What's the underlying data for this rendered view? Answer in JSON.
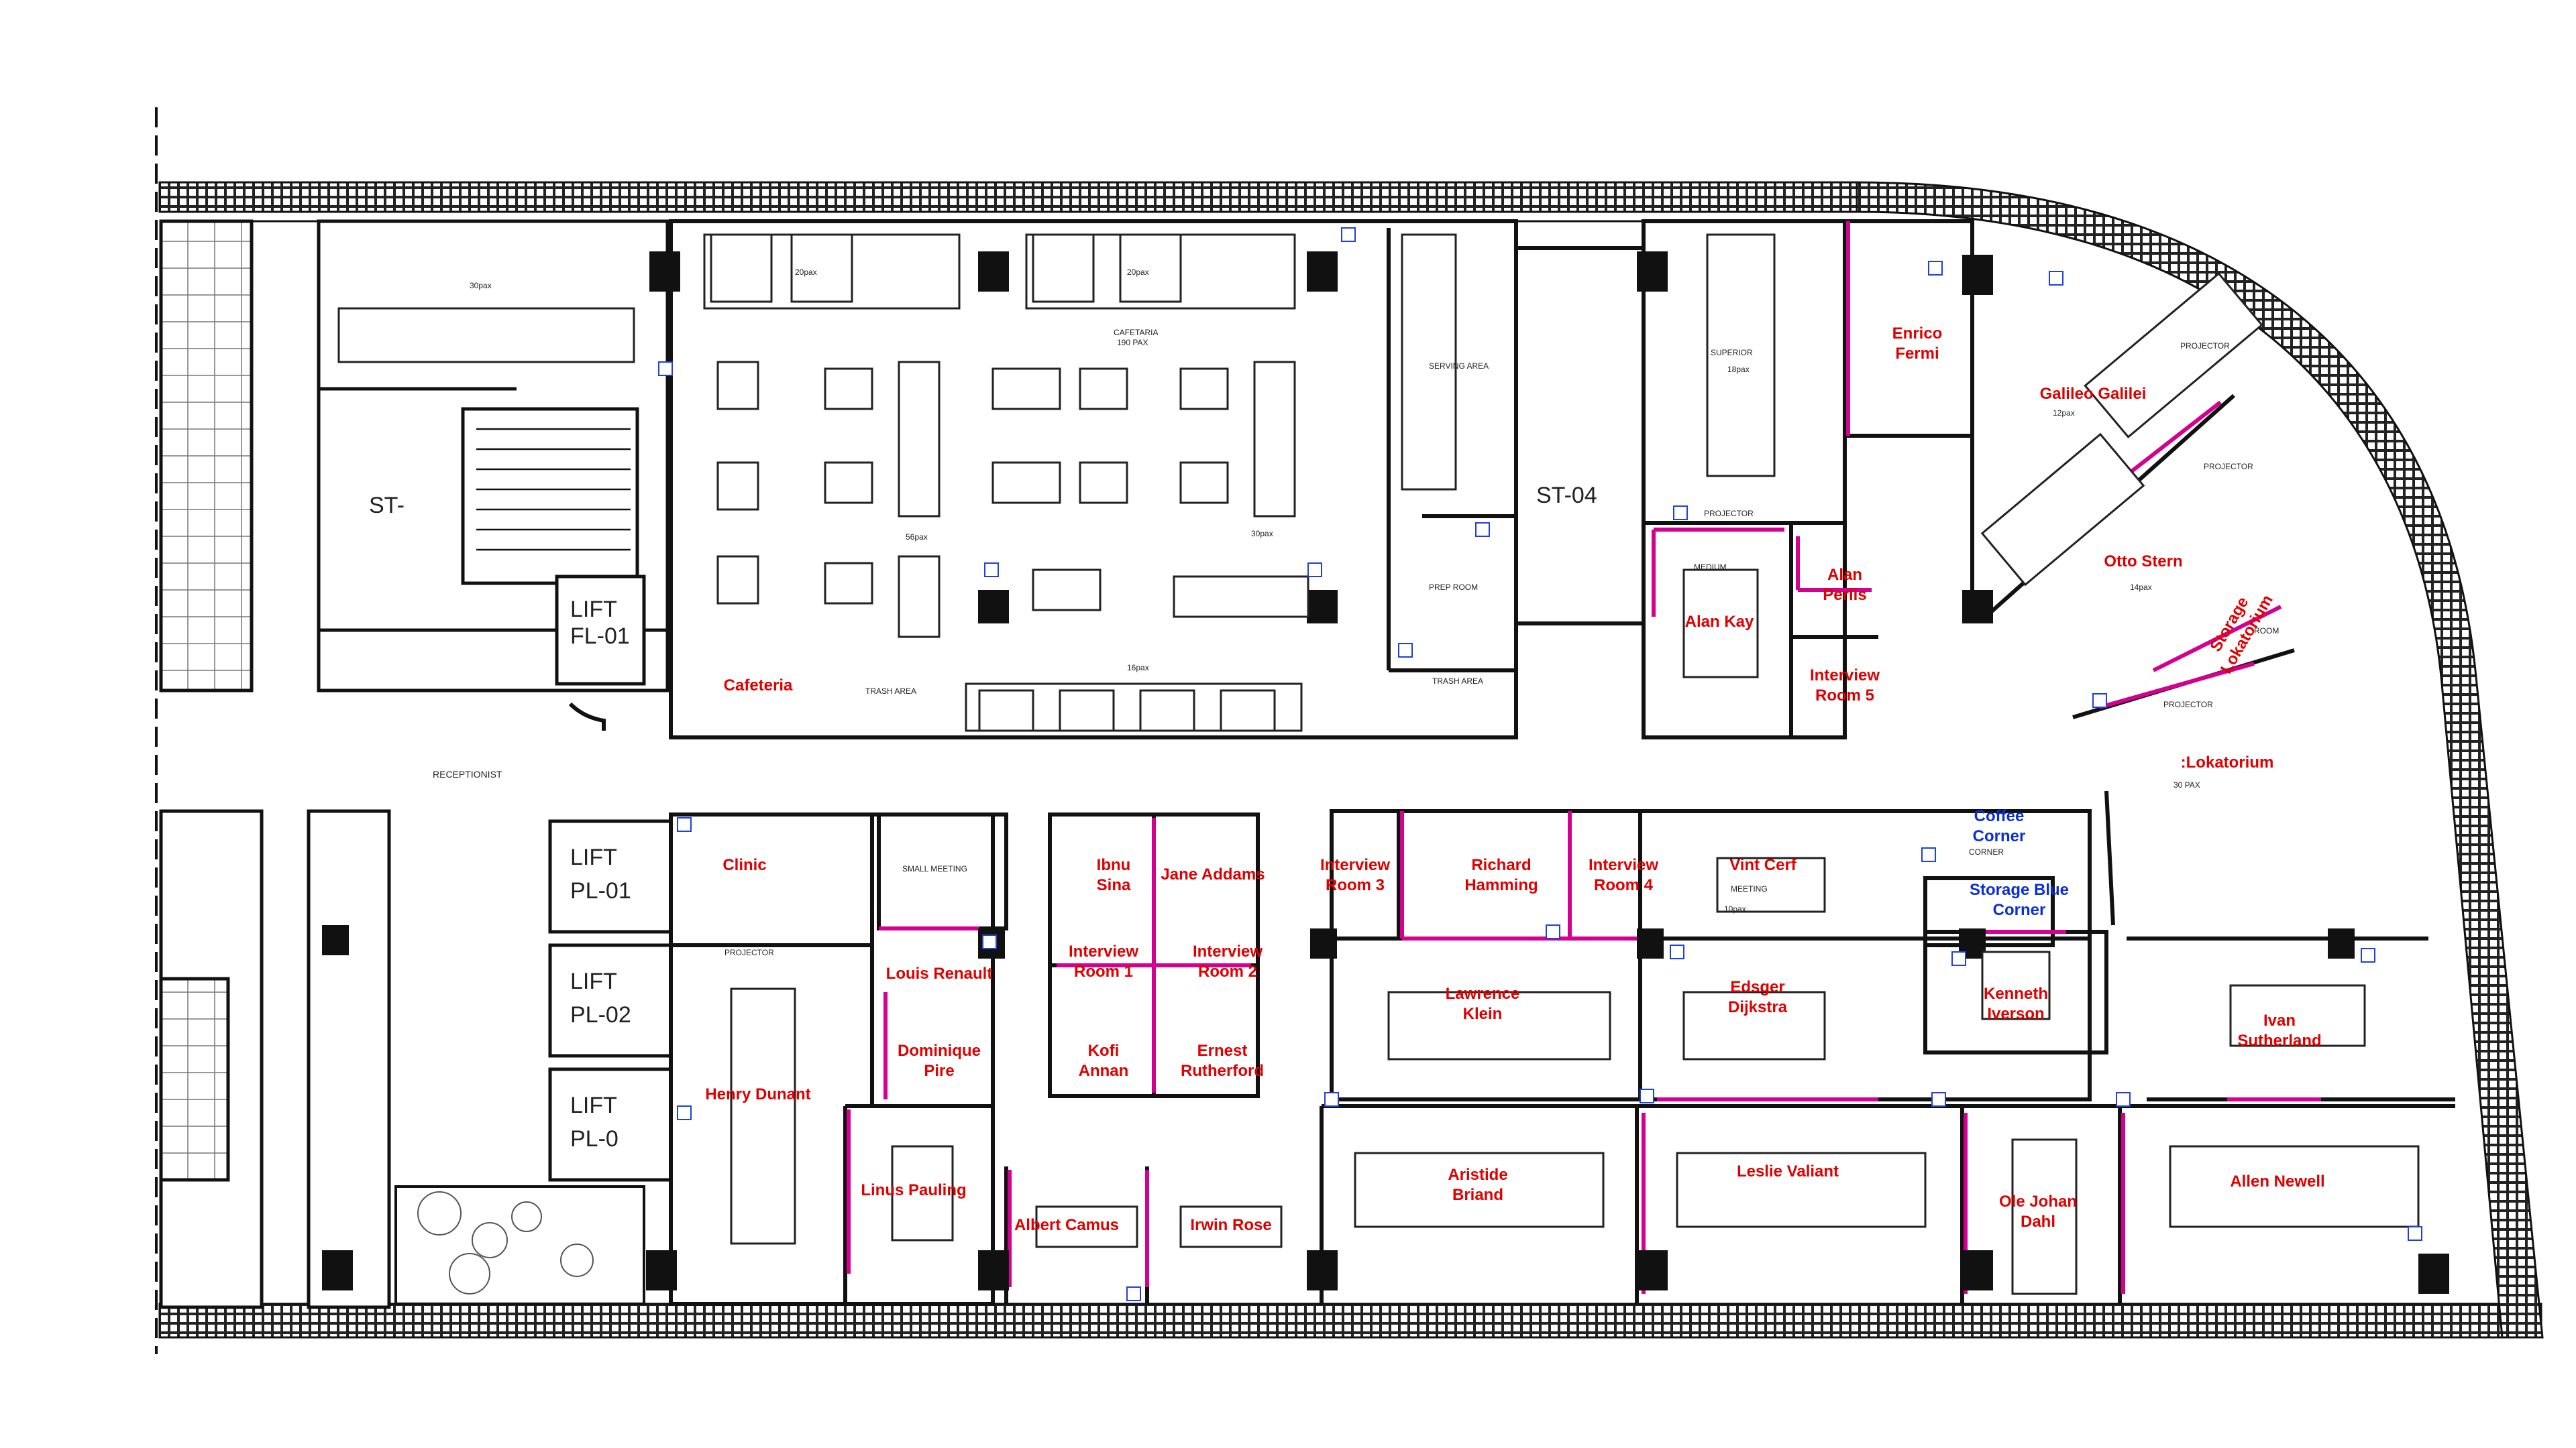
{
  "colors": {
    "wall": "#111111",
    "room_label": "#e00000",
    "room_label_blue": "#0a2fd6",
    "accent_magenta": "#d4008f",
    "marker_blue": "#1e40e0",
    "furniture": "#222222"
  },
  "rooms": [
    {
      "id": "cafeteria",
      "lines": [
        "Cafeteria"
      ]
    },
    {
      "id": "enrico-fermi",
      "lines": [
        "Enrico",
        "Fermi"
      ]
    },
    {
      "id": "galileo-galilei",
      "lines": [
        "Galileo Galilei"
      ]
    },
    {
      "id": "otto-stern",
      "lines": [
        "Otto Stern"
      ]
    },
    {
      "id": "storage-lokatorium",
      "lines": [
        "Storage",
        "Lokatorium"
      ]
    },
    {
      "id": "alan-perlis",
      "lines": [
        "Alan",
        "Perlis"
      ]
    },
    {
      "id": "alan-kay",
      "lines": [
        "Alan Kay"
      ]
    },
    {
      "id": "interview-room-5",
      "lines": [
        "Interview",
        "Room 5"
      ]
    },
    {
      "id": "lokatorium",
      "lines": [
        ":Lokatorium"
      ]
    },
    {
      "id": "clinic",
      "lines": [
        "Clinic"
      ]
    },
    {
      "id": "ibnu-sina",
      "lines": [
        "Ibnu",
        "Sina"
      ]
    },
    {
      "id": "jane-addams",
      "lines": [
        "Jane Addams"
      ]
    },
    {
      "id": "interview-room-1",
      "lines": [
        "Interview",
        "Room 1"
      ]
    },
    {
      "id": "interview-room-2",
      "lines": [
        "Interview",
        "Room 2"
      ]
    },
    {
      "id": "interview-room-3",
      "lines": [
        "Interview",
        "Room 3"
      ]
    },
    {
      "id": "richard-hamming",
      "lines": [
        "Richard",
        "Hamming"
      ]
    },
    {
      "id": "interview-room-4",
      "lines": [
        "Interview",
        "Room 4"
      ]
    },
    {
      "id": "vint-cerf",
      "lines": [
        "Vint Cerf"
      ]
    },
    {
      "id": "coffee-corner",
      "lines": [
        "Coffee",
        "Corner"
      ]
    },
    {
      "id": "storage-blue-corner",
      "lines": [
        "Storage Blue",
        "Corner"
      ]
    },
    {
      "id": "louis-renault",
      "lines": [
        "Louis Renault"
      ]
    },
    {
      "id": "dominique-pire",
      "lines": [
        "Dominique",
        "Pire"
      ]
    },
    {
      "id": "kofi-annan",
      "lines": [
        "Kofi",
        "Annan"
      ]
    },
    {
      "id": "ernest-rutherford",
      "lines": [
        "Ernest",
        "Rutherford"
      ]
    },
    {
      "id": "lawrence-klein",
      "lines": [
        "Lawrence",
        "Klein"
      ]
    },
    {
      "id": "edsger-dijkstra",
      "lines": [
        "Edsger",
        "Dijkstra"
      ]
    },
    {
      "id": "kenneth-iverson",
      "lines": [
        "Kenneth",
        "Iverson"
      ]
    },
    {
      "id": "ivan-sutherland",
      "lines": [
        "Ivan",
        "Sutherland"
      ]
    },
    {
      "id": "henry-dunant",
      "lines": [
        "Henry Dunant"
      ]
    },
    {
      "id": "linus-pauling",
      "lines": [
        "Linus Pauling"
      ]
    },
    {
      "id": "albert-camus",
      "lines": [
        "Albert Camus"
      ]
    },
    {
      "id": "irwin-rose",
      "lines": [
        "Irwin Rose"
      ]
    },
    {
      "id": "aristide-briand",
      "lines": [
        "Aristide",
        "Briand"
      ]
    },
    {
      "id": "leslie-valiant",
      "lines": [
        "Leslie Valiant"
      ]
    },
    {
      "id": "ole-johan-dahl",
      "lines": [
        "Ole Johan",
        "Dahl"
      ]
    },
    {
      "id": "allen-newell",
      "lines": [
        "Allen Newell"
      ]
    }
  ],
  "cad_labels": {
    "lift_1": "LIFT",
    "lift_1_id": "FL-01",
    "lift_2": "LIFT",
    "lift_2_id": "PL-01",
    "lift_3": "LIFT",
    "lift_3_id": "PL-02",
    "lift_4": "LIFT",
    "lift_4_id": "PL-0",
    "stair_1": "ST-",
    "stair_2": "ST-04",
    "cafetaria": "CAFETARIA",
    "cafetaria_pax": "190 PAX",
    "serving_area": "SERVING AREA",
    "prep_room": "PREP ROOM",
    "trash_area_1": "TRASH AREA",
    "trash_area_2": "TRASH AREA",
    "receptionist": "RECEPTIONIST",
    "projector_1": "PROJECTOR",
    "projector_2": "PROJECTOR",
    "projector_3": "PROJECTOR",
    "projector_4": "PROJECTOR",
    "projector_5": "PROJECTOR",
    "coffee_corner_small": "CORNER",
    "lokatorium_pax": "30 PAX",
    "pax_30": "30pax",
    "pax_20a": "20pax",
    "pax_20b": "20pax",
    "pax_56": "56pax",
    "pax_30b": "30pax",
    "pax_16": "16pax",
    "pax_18": "18pax",
    "pax_10": "10pax",
    "pax_12": "12pax",
    "pax_14": "14pax",
    "superior": "SUPERIOR",
    "medium": "MEDIUM",
    "meeting": "MEETING",
    "small_meeting": "SMALL MEETING",
    "room": "ROOM"
  }
}
